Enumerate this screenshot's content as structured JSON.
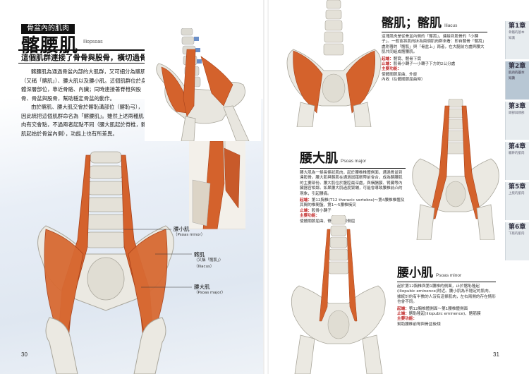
{
  "left_page": {
    "section_tag": "骨盆內的肌肉",
    "title": "髂腰肌",
    "title_en": "Iliopsoas",
    "subtitle": "這個肌群連接了骨骨與股骨，橫切過骨盆內部",
    "paragraphs": [
      "髂腰肌為通過骨盆內部的大肌群，又可細分為髂肌（又稱「髂肌」）、腰大肌以及腰小肌。這個肌群位於身體深層部位，靠近骨骼、內臟；同時連接著脊椎與股骨、骨盆與股骨，幫助穩定骨盆的動作。",
      "由於髂肌、腰大肌交會於髂恥溝部位（髂恥弓），因此統把這個肌群命名為「髂腰肌」。雖然上述兩種肌肉有交會點，不過兩者起點不同（腰大肌起於脊椎，髂肌起始於骨盆內側），功能上也有所差異。"
    ],
    "labels": {
      "psoas_minor": {
        "name": "腰小肌",
        "en": "（Psoas minor）"
      },
      "iliacus": {
        "name": "髂肌",
        "alt": "（又稱「髂肌」）",
        "en": "（Iliacus）"
      },
      "psoas_major": {
        "name": "腰大肌",
        "en": "（Psoas major）"
      }
    },
    "page_number": "30"
  },
  "right_page": {
    "sections": [
      {
        "title": "髂肌；髂肌",
        "title_en": "Iliacus",
        "body": "這塊肌肉是從骨盆內側的「髂窩」，連接到股骨的「小轉子」。一般會將肌肉拆為兩個肌肉群來看：即自髂骨「髂窩」處附著的「髂肌」與「骨盆上」兩者，在大腿前方處與腰大肌共同組成髂腰肌。",
        "info": [
          {
            "k": "起端：",
            "v": "髂窩、髂骨下窩"
          },
          {
            "k": "止端：",
            "v": "股骨小轉子～小轉子下方的2公分處"
          },
          {
            "k": "主要功能：",
            "v": "使髖關節屈曲、外旋"
          },
          {
            "k": "",
            "v": "內收（在髖關節屈曲時）"
          }
        ]
      },
      {
        "title": "腰大肌",
        "title_en": "Psoas major",
        "body": "腰大肌為一條長條狀肌肉，起於腰椎椎體側面，通過骨盆到達股骨。腰大肌與髂肌在通過鼠蹊韌帶前會合，成為髂腰肌的主要部份。腰大肌位於腹腔最深處，與橫膈膜、腎臟等內臟器官相鄰。如果腰大肌過度緊繃，可能會導致腰椎前凸的現象，引起腰痛。",
        "info": [
          {
            "k": "起端：",
            "v": "第12胸椎(T12 thoracic vertebra)～第4腰椎椎體及其間的椎間盤、第1～5腰椎橫突"
          },
          {
            "k": "止端：",
            "v": "股骨小轉子"
          },
          {
            "k": "主要功能：",
            "v": "使髖關節屈曲、脊椎前彎與側屈"
          }
        ]
      },
      {
        "title": "腰小肌",
        "title_en": "Psoas minor",
        "body": "起於第12胸椎與第1腰椎的側面，止於髂恥隆起(iliopubic eminence)附近。腰小肌為不穩定的肌肉，據統計約有半數的人沒有這條肌肉，左右兩側的存在情形也會不同。",
        "info": [
          {
            "k": "起端：",
            "v": "第12胸椎體側面～第1腰椎體側面"
          },
          {
            "k": "止端：",
            "v": "髂恥隆起(iliopubic eminence)、髂筋膜"
          },
          {
            "k": "主要功能：",
            "v": "幫助腰椎前彎與骨盆後傾"
          }
        ]
      }
    ],
    "page_number": "31",
    "chapter_tabs": [
      {
        "label": "第1章",
        "sub": "骨骼的基本知識",
        "active": false
      },
      {
        "label": "第2章",
        "sub": "肌肉的基本知識",
        "active": true
      },
      {
        "label": "第3章",
        "sub": "頭部與頸部",
        "active": false
      },
      {
        "label": "第4章",
        "sub": "軀幹的肌肉",
        "active": false
      },
      {
        "label": "第5章",
        "sub": "上肢的肌肉",
        "active": false
      },
      {
        "label": "第6章",
        "sub": "下肢的肌肉",
        "active": false
      }
    ]
  },
  "colors": {
    "muscle": "#d4622c",
    "muscle_dark": "#a8421b",
    "bone": "#e8e6df",
    "bone_shade": "#b9b6ab",
    "accent_red": "#c12a2a",
    "tab_active": "#b8c7d4"
  }
}
